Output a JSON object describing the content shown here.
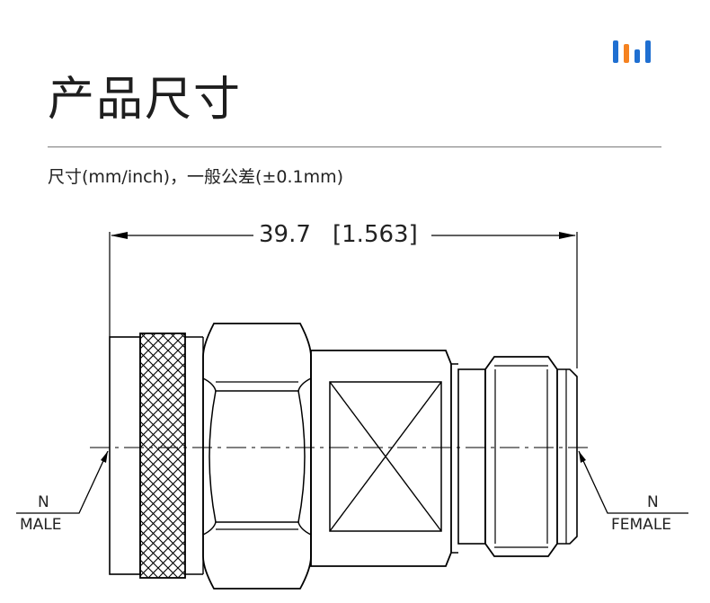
{
  "header": {
    "title": "产品尺寸",
    "subtitle": "尺寸(mm/inch)，一般公差(±0.1mm)"
  },
  "logo": {
    "bars": [
      {
        "color": "#1f6fd1",
        "level": 0.9
      },
      {
        "color": "#f58220",
        "level": 0.75
      },
      {
        "color": "#1f6fd1",
        "level": 0.55
      },
      {
        "color": "#1f6fd1",
        "level": 0.9
      }
    ]
  },
  "drawing": {
    "overall_length": "39.7",
    "overall_length_inch": "[1.563]",
    "left_connector": {
      "n": "N",
      "type": "MALE"
    },
    "right_connector": {
      "n": "N",
      "type": "FEMALE"
    }
  }
}
